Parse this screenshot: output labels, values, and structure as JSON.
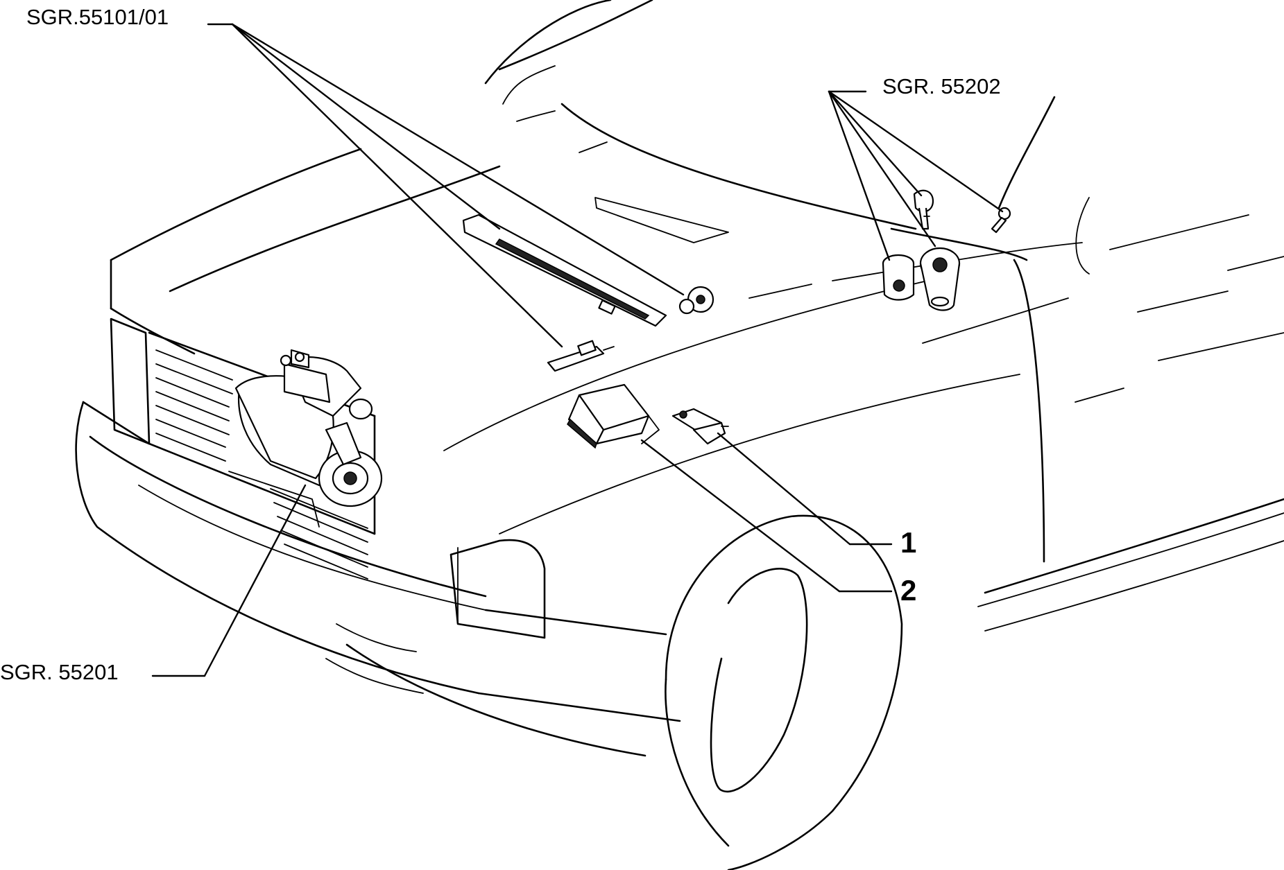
{
  "callouts": {
    "group_55101": "SGR.55101/01",
    "group_55202": "SGR. 55202",
    "group_55201": "SGR. 55201",
    "item_1": "1",
    "item_2": "2"
  },
  "icons": [
    "starter-motor",
    "glow-plug",
    "wiper-linkage",
    "nut",
    "ignition-switch",
    "key",
    "lock-cylinder",
    "relay-box",
    "bracket"
  ]
}
